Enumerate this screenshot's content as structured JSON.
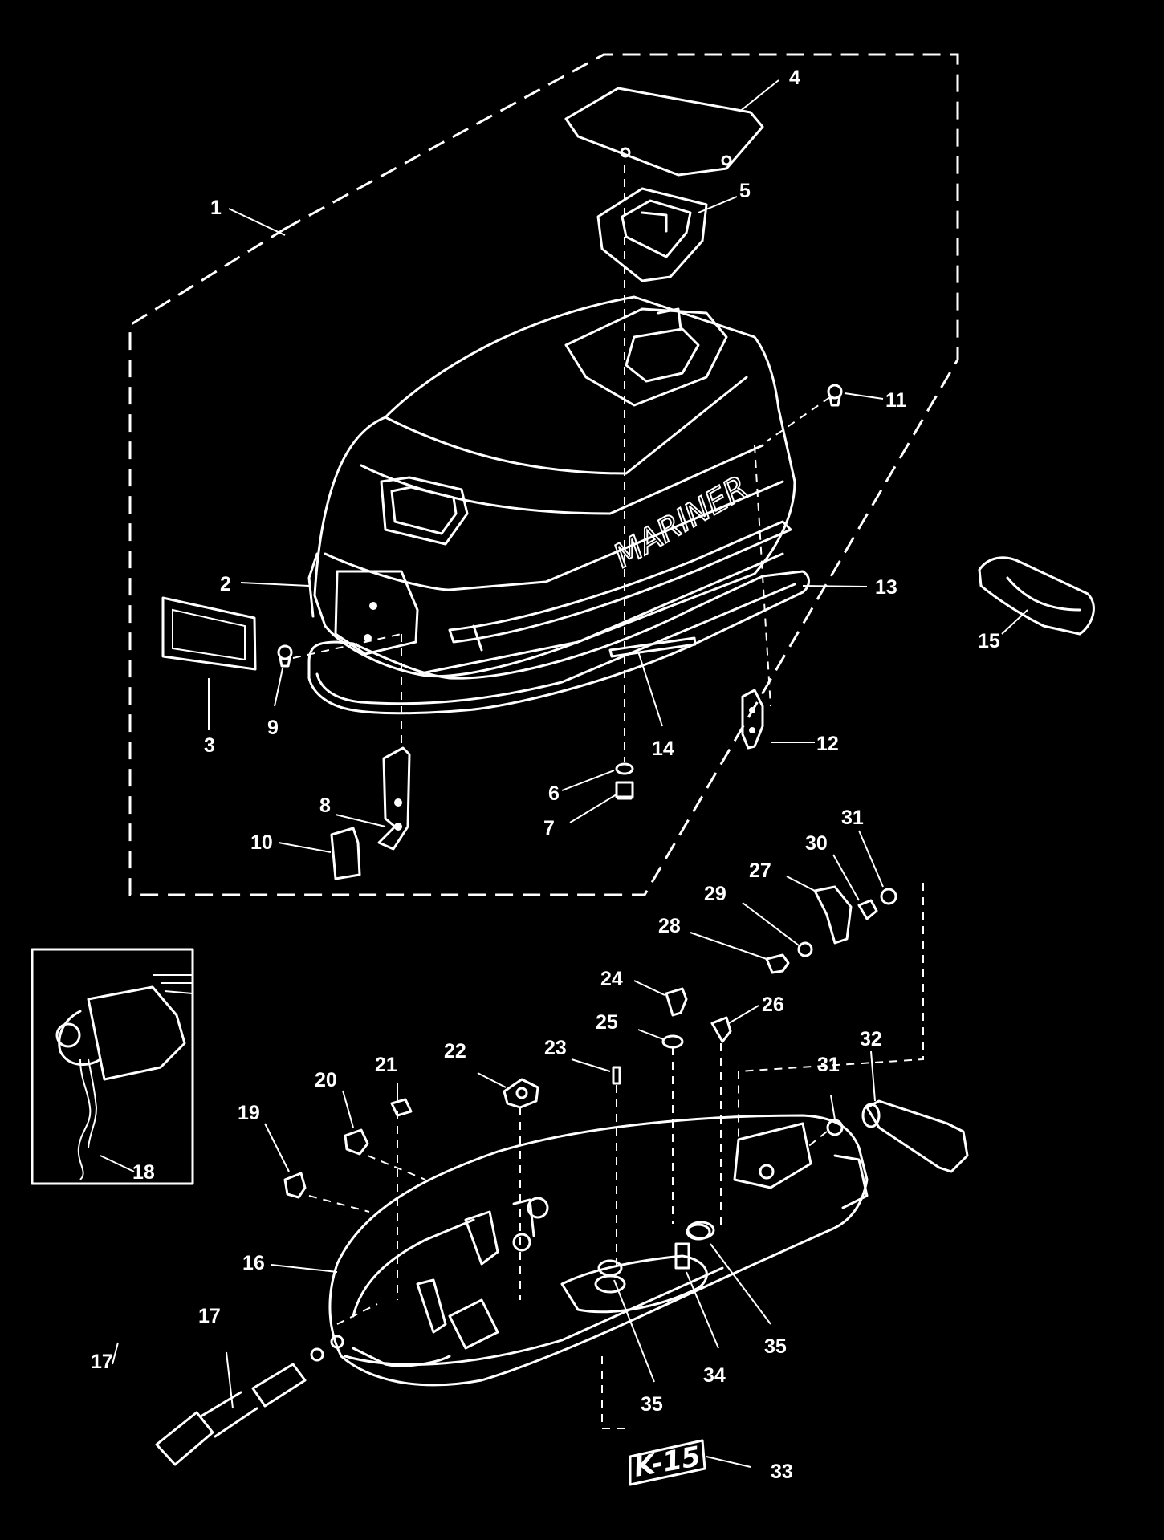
{
  "diagram": {
    "brand_text": "MARINER",
    "tag_text": "K-15",
    "callouts": [
      "1",
      "2",
      "3",
      "4",
      "5",
      "6",
      "7",
      "8",
      "9",
      "10",
      "11",
      "12",
      "13",
      "14",
      "15",
      "16",
      "17",
      "17",
      "18",
      "19",
      "20",
      "21",
      "22",
      "23",
      "24",
      "25",
      "26",
      "27",
      "28",
      "29",
      "30",
      "31",
      "31",
      "32",
      "33",
      "34",
      "35",
      "35"
    ]
  }
}
